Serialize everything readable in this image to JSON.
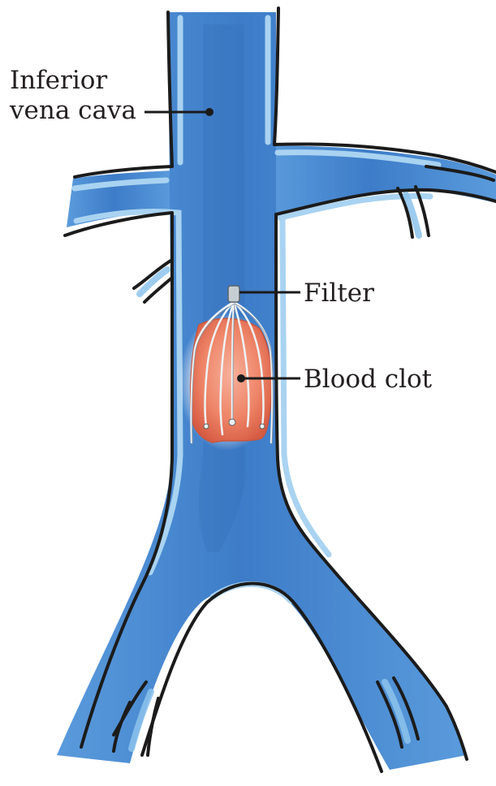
{
  "labels": {
    "ivc_line1": "Inferior",
    "ivc_line2": "vena cava",
    "filter": "Filter",
    "blood_clot": "Blood clot"
  },
  "colors": {
    "vein_fill": "#4d8fd4",
    "vein_core": "#3a78c4",
    "vein_highlight": "#a8d2f0",
    "outline": "#1b1b1b",
    "clot": "#f08a70",
    "clot_dark": "#d9614a",
    "filter_wire": "#e8eef2",
    "text": "#231f20"
  }
}
